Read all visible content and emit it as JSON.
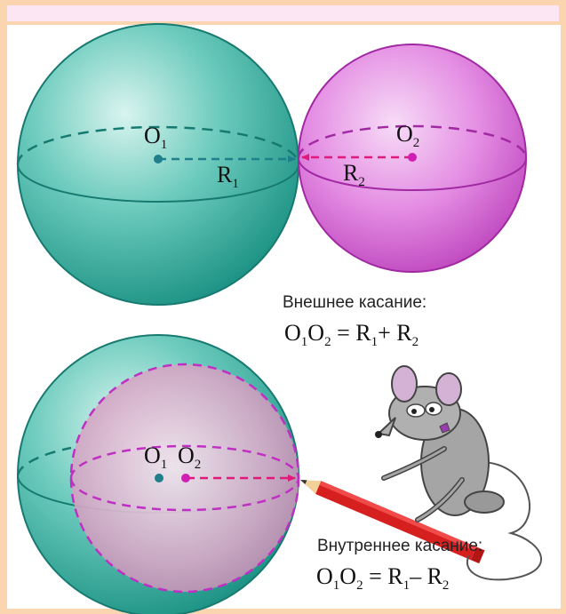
{
  "external": {
    "caption": "Внешнее касание:",
    "formula": {
      "lhs_a": "O",
      "lhs_a_sub": "1",
      "lhs_b": "O",
      "lhs_b_sub": "2",
      "eq": " = R",
      "r1_sub": "1",
      "op": "+ R",
      "r2_sub": "2"
    },
    "center_1": {
      "letter": "O",
      "sub": "1"
    },
    "center_2": {
      "letter": "O",
      "sub": "2"
    },
    "radius_1": {
      "letter": "R",
      "sub": "1"
    },
    "radius_2": {
      "letter": "R",
      "sub": "2"
    }
  },
  "internal": {
    "caption": "Внутреннее касание:",
    "formula": {
      "lhs_a": "O",
      "lhs_a_sub": "1",
      "lhs_b": "O",
      "lhs_b_sub": "2",
      "eq": " = R",
      "r1_sub": "1",
      "op": "– R",
      "r2_sub": "2"
    },
    "center_1": {
      "letter": "O",
      "sub": "1"
    },
    "center_2": {
      "letter": "O",
      "sub": "2"
    }
  },
  "colors": {
    "frame": "#fbd5b0",
    "big_sphere": "#2aa89a",
    "big_sphere_outline": "#177a70",
    "small_sphere": "#d85bd6",
    "small_sphere_outline": "#a12aa3",
    "inner_sphere": "#d7a9c9",
    "radius_1_line": "#1f7f8a",
    "radius_2_line": "#e0197a",
    "mouse": "#9a9a9a",
    "pencil": "#d62020"
  },
  "illustration": {
    "mouse_icon": "mouse-icon",
    "pencil_icon": "pencil-icon"
  }
}
